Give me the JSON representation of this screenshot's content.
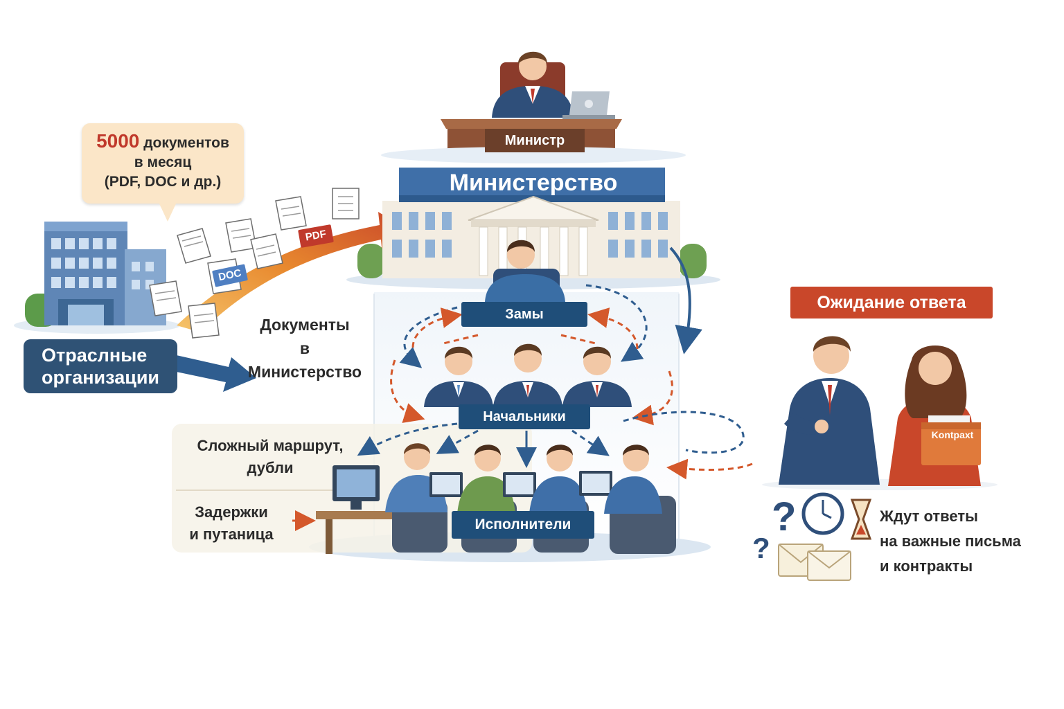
{
  "callout": {
    "count": "5000",
    "line1_rest": "документов",
    "line2": "в месяц",
    "line3": "(PDF, DOC и др.)"
  },
  "orgs": {
    "line1": "Отраслные",
    "line2": "организации"
  },
  "flow": {
    "line1": "Документы",
    "line2": "в Министерство"
  },
  "doc_badges": {
    "doc": "DOC",
    "pdf": "PDF"
  },
  "minister": {
    "label": "Министр"
  },
  "ministry": {
    "title": "Министерство"
  },
  "levels": {
    "deputies": "Замы",
    "heads": "Начальники",
    "executors": "Исполнители"
  },
  "problems": {
    "route_line1": "Сложный маршрут,",
    "route_line2": "дубли",
    "delay_line1": "Задержки",
    "delay_line2": "и путаница"
  },
  "waiting": {
    "title": "Ожидание ответа",
    "folder_label": "Kontpaxt",
    "line1": "Ждут ответы",
    "line2": "на важные письма",
    "line3": "и контракты"
  },
  "colors": {
    "navy": "#1f4e79",
    "dark_navy": "#2f5275",
    "orange_red": "#c9472a",
    "callout_bg": "#fbe6c8",
    "accent_red": "#c0392b",
    "wood": "#6b3f2a"
  },
  "icons": [
    "office-building-icon",
    "document-icon",
    "ministry-building-icon",
    "minister-desk-icon",
    "laptop-icon",
    "person-icon",
    "computer-monitor-icon",
    "question-mark-icon",
    "clock-icon",
    "hourglass-icon",
    "envelope-icon",
    "folder-icon",
    "tree-icon"
  ]
}
